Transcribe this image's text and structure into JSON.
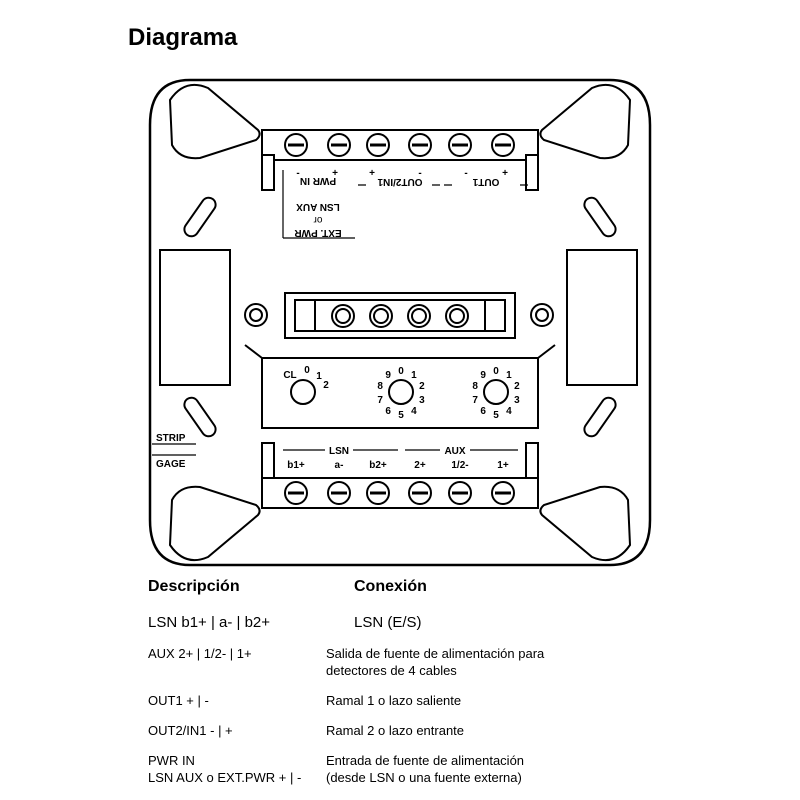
{
  "title": "Diagrama",
  "diagram": {
    "top_terminal_labels": {
      "ext_pwr": "EXT. PWR",
      "or": "or",
      "lsn_aux": "LSN AUX",
      "pwr_in": "PWR IN",
      "out2in1": "OUT2/IN1",
      "out1": "OUT1",
      "plus": "+",
      "minus": "-"
    },
    "bottom_terminal_labels": {
      "lsn": "LSN",
      "aux": "AUX",
      "b1": "b1+",
      "a": "a-",
      "b2": "b2+",
      "aux2": "2+",
      "aux12": "1/2-",
      "aux1": "1+"
    },
    "dial_cl_labels": [
      "CL",
      "0",
      "1",
      "2"
    ],
    "dial_digits": [
      "0",
      "1",
      "2",
      "3",
      "4",
      "5",
      "6",
      "7",
      "8",
      "9"
    ],
    "strip_label": "STRIP",
    "gage_label": "GAGE"
  },
  "table": {
    "header_description": "Descripción",
    "header_connection": "Conexión",
    "rows": [
      {
        "description": "LSN b1+ | a- | b2+",
        "connection": "LSN (E/S)"
      },
      {
        "description": "AUX 2+ | 1/2- | 1+",
        "connection": "Salida de fuente de alimentación para\ndetectores de 4 cables"
      },
      {
        "description": "OUT1 + | -",
        "connection": "Ramal 1 o lazo saliente"
      },
      {
        "description": "OUT2/IN1 - | +",
        "connection": "Ramal 2 o lazo entrante"
      },
      {
        "description": "PWR IN\nLSN AUX o EXT.PWR + | -",
        "connection": "Entrada de fuente de alimentación\n(desde LSN o una fuente externa)"
      }
    ]
  }
}
